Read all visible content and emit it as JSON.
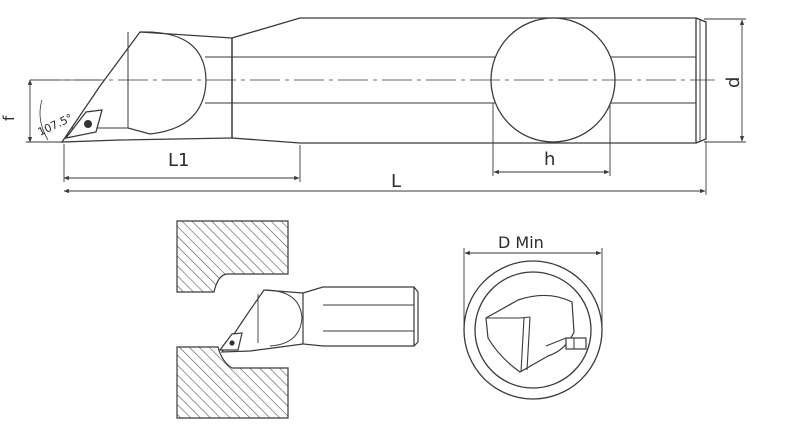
{
  "labels": {
    "f": "f",
    "angle": "107.5°",
    "L1": "L1",
    "L": "L",
    "h": "h",
    "d": "d",
    "D_min": "D Min"
  },
  "colors": {
    "stroke": "#3a3a3a",
    "hatch": "#555555",
    "insert_fill": "#333333",
    "background": "#ffffff"
  }
}
